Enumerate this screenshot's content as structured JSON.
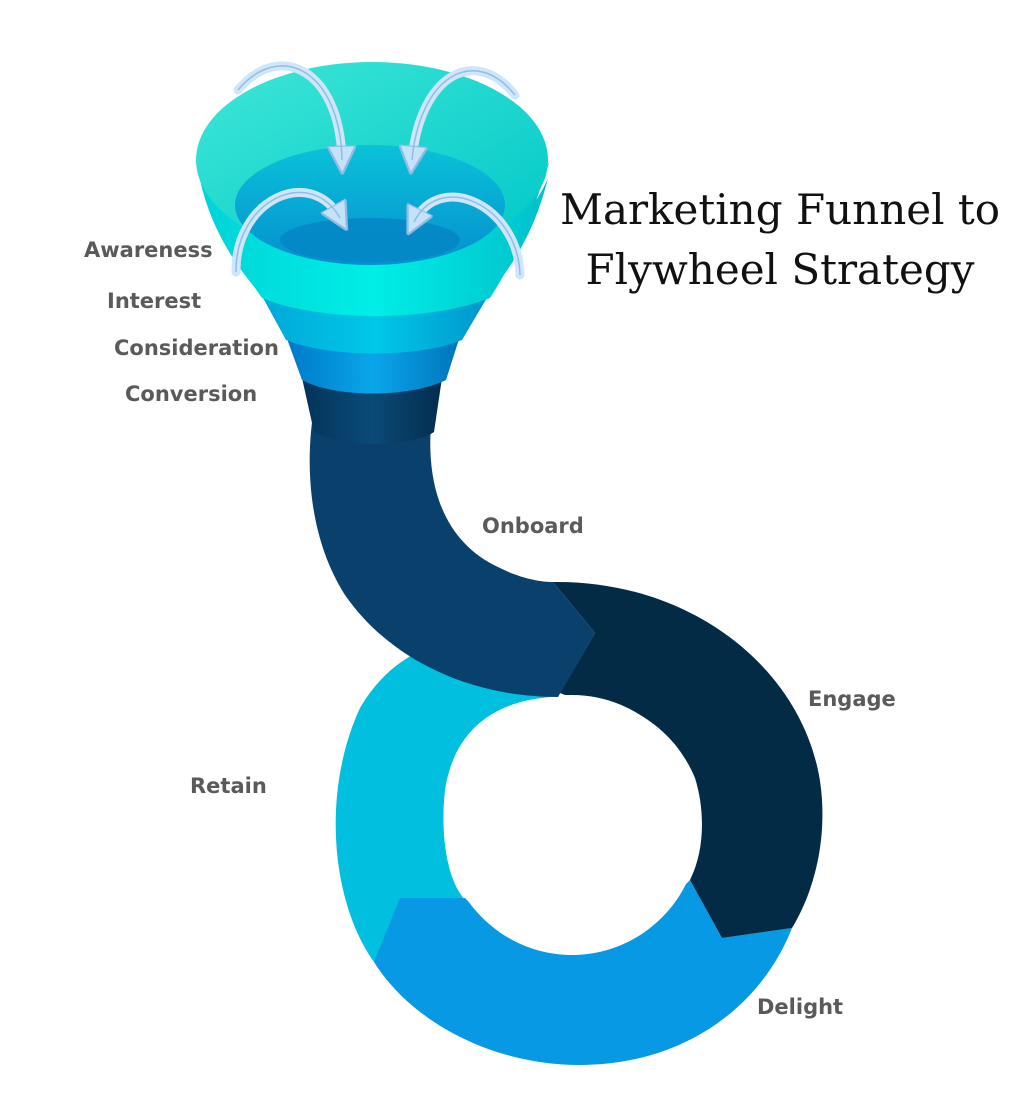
{
  "title": {
    "line1": "Marketing Funnel to",
    "line2": "Flywheel Strategy"
  },
  "funnel": {
    "stages": [
      {
        "label": "Awareness",
        "color": "#00DCD6"
      },
      {
        "label": "Interest",
        "color": "#00C4E2"
      },
      {
        "label": "Consideration",
        "color": "#0096E6"
      },
      {
        "label": "Conversion",
        "color": "#063F6A"
      }
    ],
    "arrow_color": "#BFDDF8"
  },
  "flywheel": {
    "stages": [
      {
        "label": "Onboard",
        "color": "#0A416C"
      },
      {
        "label": "Engage",
        "color": "#042B46"
      },
      {
        "label": "Delight",
        "color": "#0799E4"
      },
      {
        "label": "Retain",
        "color": "#00BFDF"
      }
    ]
  }
}
